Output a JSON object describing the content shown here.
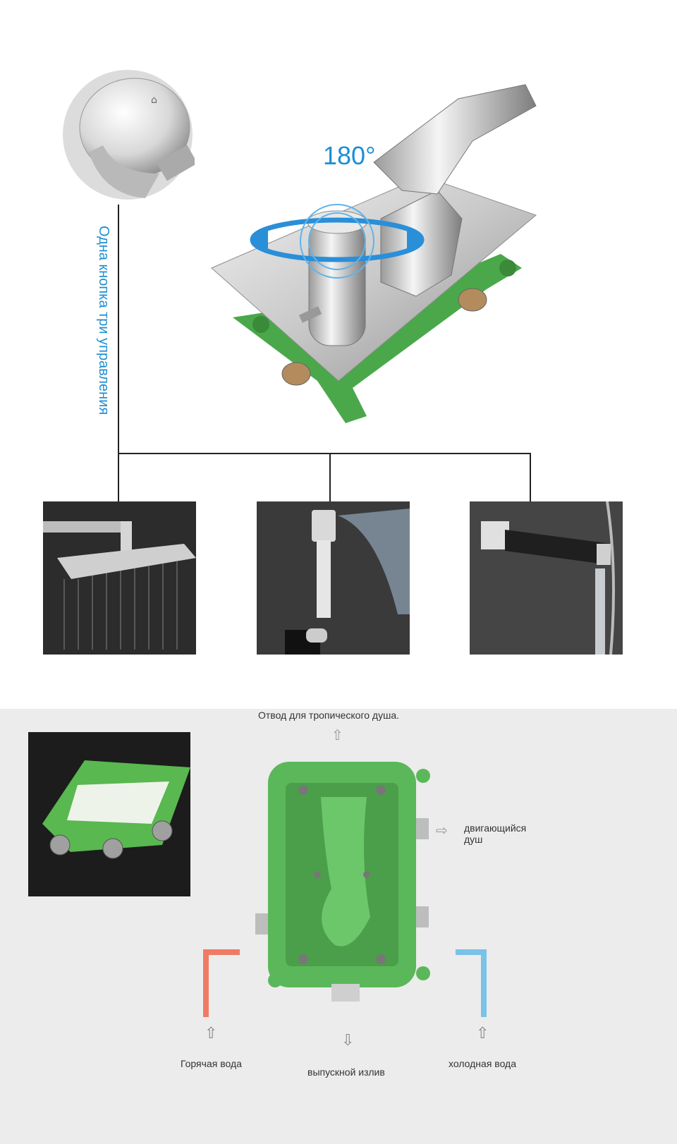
{
  "valve_section": {
    "rotation_label": "180°",
    "control_label": "Одна кнопка три управления"
  },
  "outlets": [
    {
      "name": "rain-shower"
    },
    {
      "name": "hand-shower"
    },
    {
      "name": "bath-spout"
    }
  ],
  "box_section": {
    "top_outlet_label": "Отвод для тропического душа.",
    "side_outlet_label_line1": "двигающийся",
    "side_outlet_label_line2": "душ",
    "hot_water_label": "Горячая вода",
    "spout_label": "выпускной излив",
    "cold_water_label": "холодная вода"
  },
  "colors": {
    "accent_blue": "#1e8fd0",
    "hot": "#ef7b63",
    "cold": "#79c2e8",
    "box_green": "#5bb85a"
  }
}
